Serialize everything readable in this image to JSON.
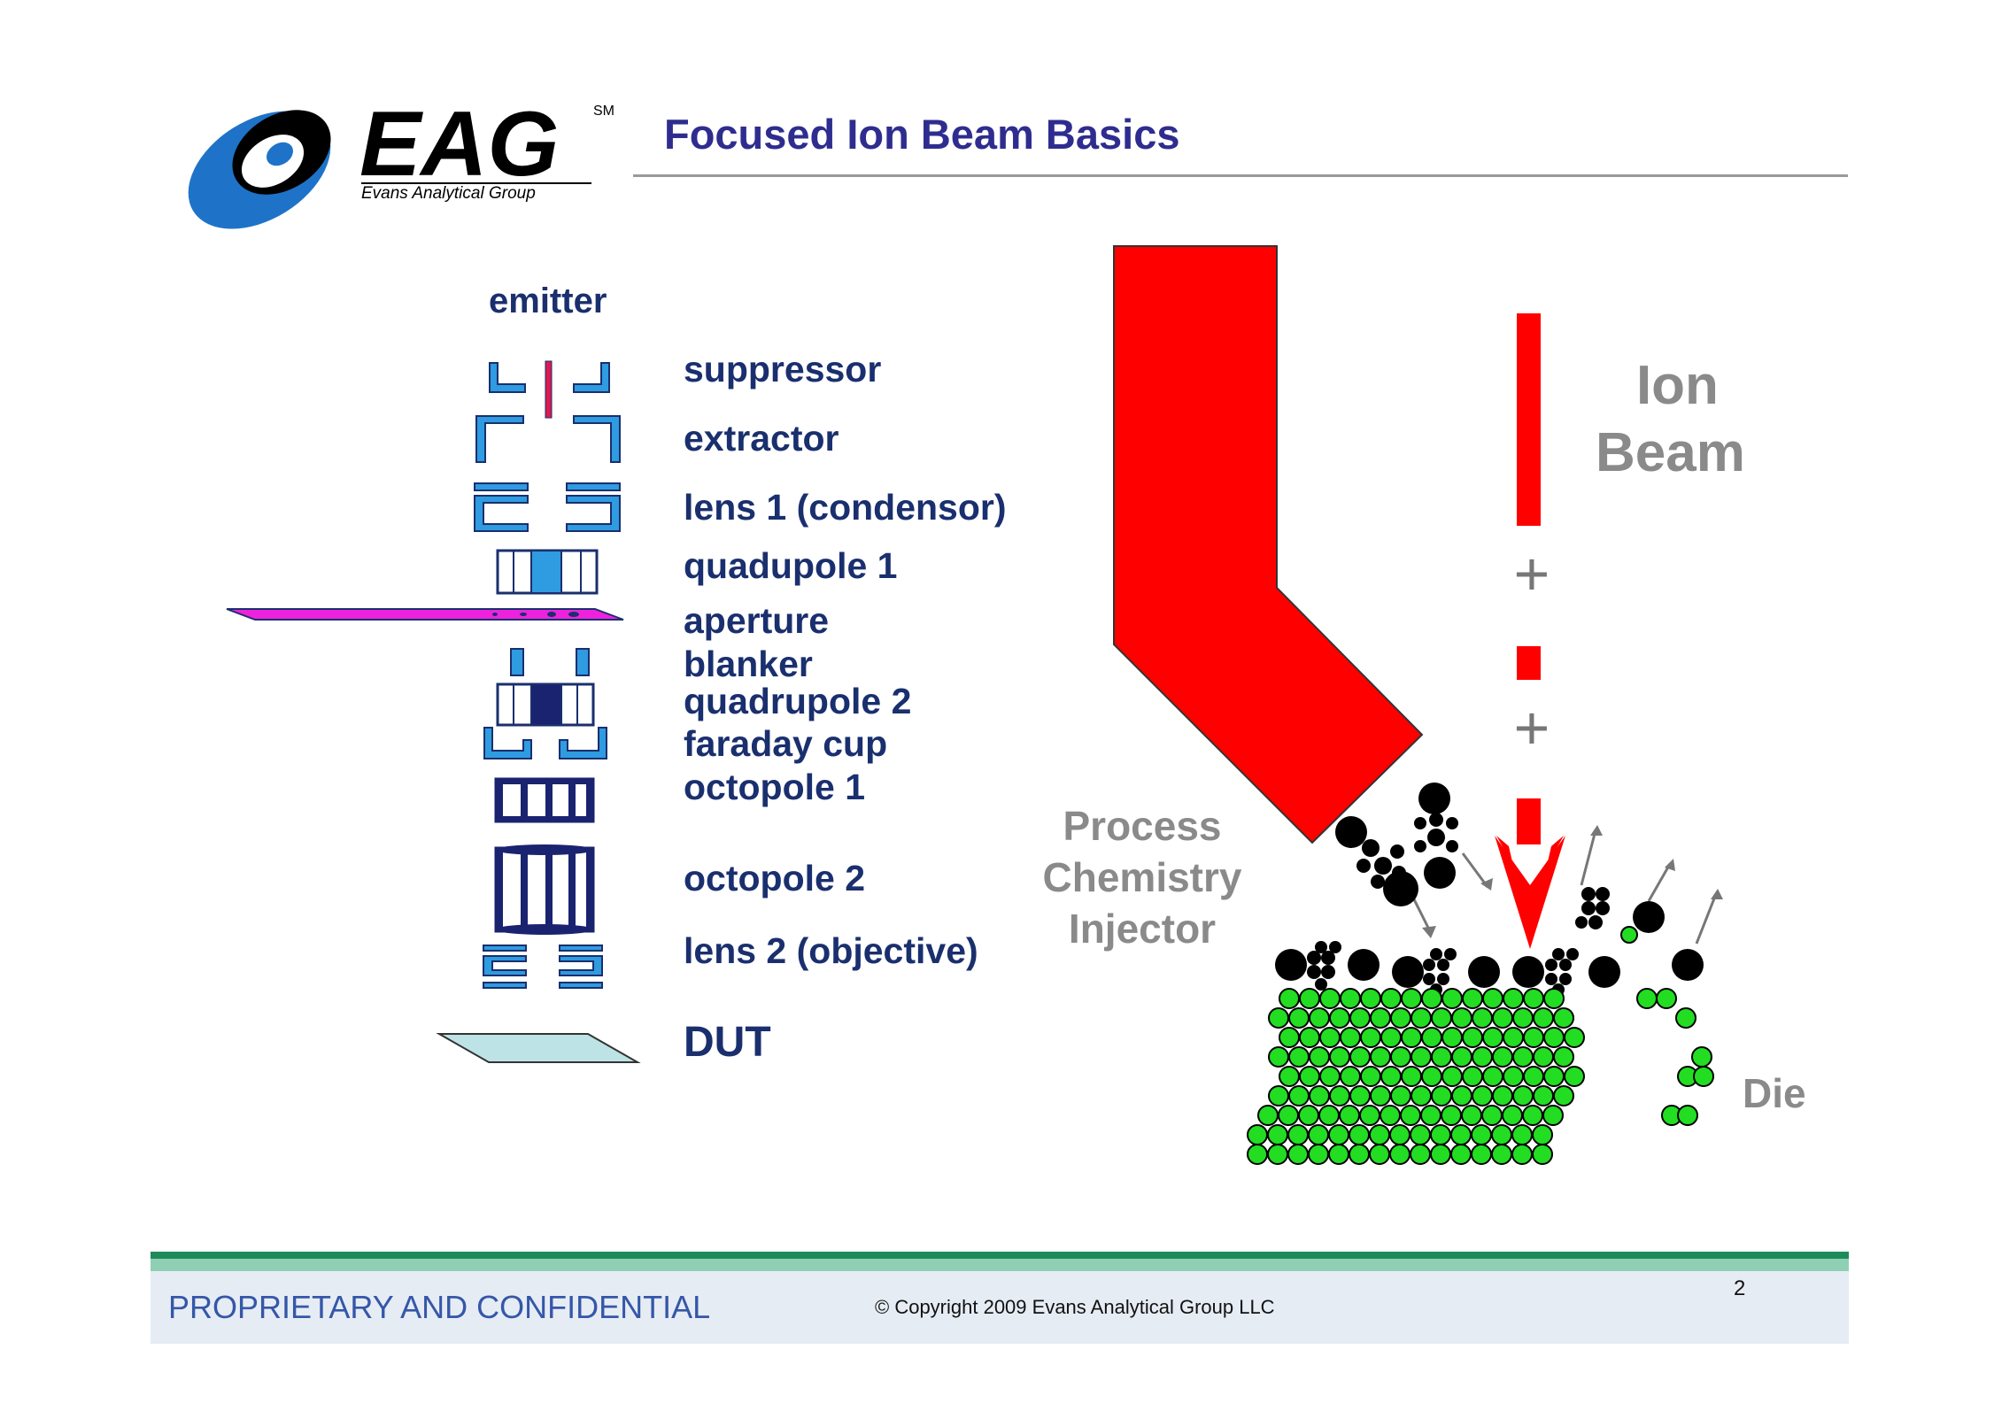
{
  "header": {
    "logo_text": "EAG",
    "logo_sm": "SM",
    "logo_subtitle": "Evans Analytical Group",
    "title": "Focused Ion Beam Basics",
    "brand_blue": "#1e73c8",
    "title_color": "#2e2d8f"
  },
  "column": {
    "emitter": "emitter",
    "labels": [
      "suppressor",
      "extractor",
      "lens 1 (condensor)",
      "quadupole 1",
      "aperture",
      "blanker",
      "quadrupole 2",
      "faraday cup",
      "octopole 1",
      "octopole 2",
      "lens 2 (objective)",
      "DUT"
    ]
  },
  "beam": {
    "ion_label_line1": "Ion",
    "ion_label_line2": "Beam",
    "plus1": "+",
    "plus2": "+",
    "injector_line1": "Process",
    "injector_line2": "Chemistry",
    "injector_line3": "Injector",
    "die_label": "Die",
    "beam_color": "#ff0000",
    "substrate_color": "#22dd22"
  },
  "footer": {
    "left": "PROPRIETARY AND CONFIDENTIAL",
    "copyright": "© Copyright 2009 Evans Analytical Group LLC",
    "page": "2"
  }
}
